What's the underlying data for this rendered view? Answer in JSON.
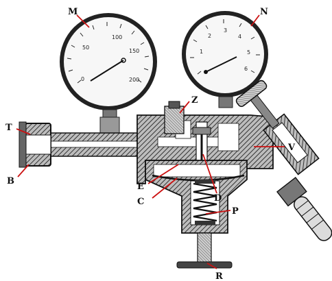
{
  "labels": {
    "M": "M",
    "N": "N",
    "Z": "Z",
    "T": "T",
    "B": "B",
    "V": "V",
    "E": "E",
    "C": "C",
    "D": "D",
    "P": "P",
    "R": "R"
  },
  "gauge_left": {
    "ticks": [
      "50",
      "100",
      "150",
      "200"
    ],
    "extra": "0"
  },
  "gauge_right": {
    "ticks": [
      "1",
      "2",
      "3",
      "4",
      "5",
      "6"
    ]
  },
  "colors": {
    "leader": "#cc1111",
    "ink": "#1a1a1a",
    "hatch": "#444444"
  }
}
